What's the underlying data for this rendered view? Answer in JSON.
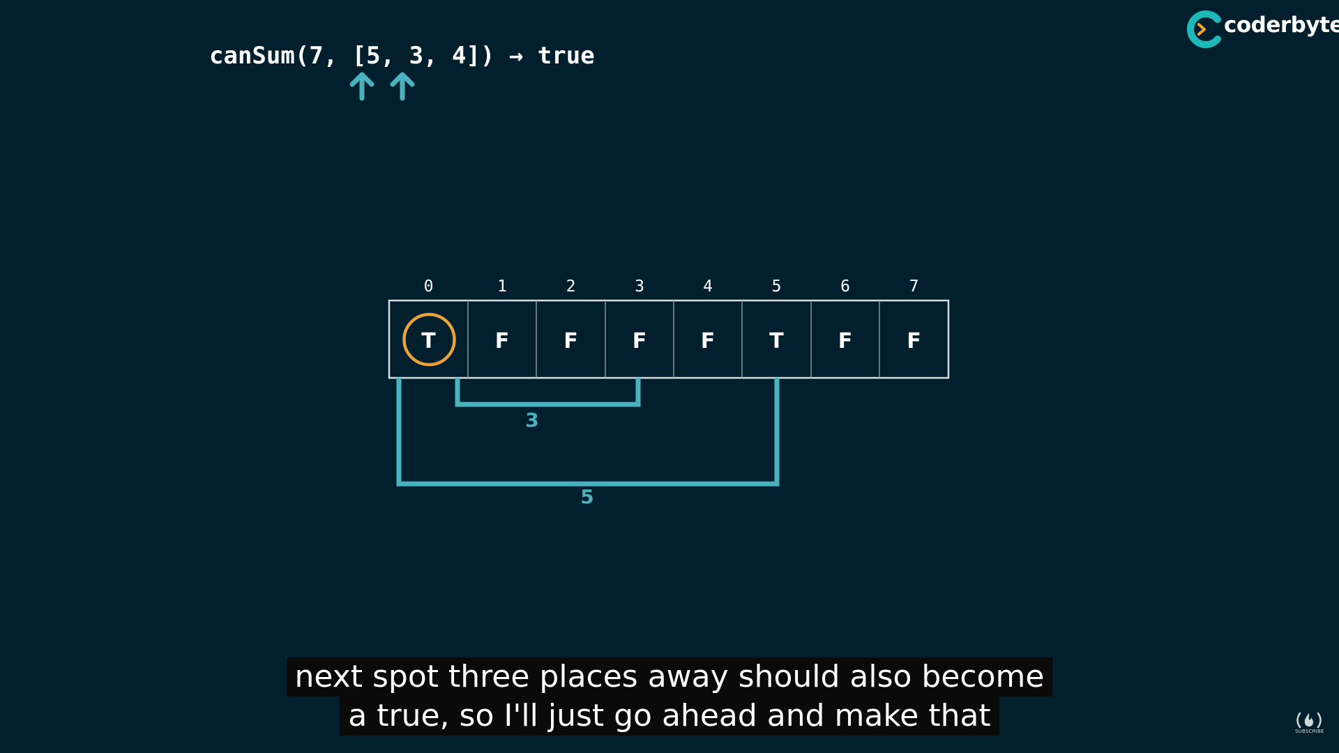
{
  "expression": "canSum(7, [5, 3, 4]) → true",
  "brand": {
    "name": "coderbyte",
    "accent": "#1fb8b8",
    "chevron_color": "#f5a623"
  },
  "table": {
    "indices": [
      "0",
      "1",
      "2",
      "3",
      "4",
      "5",
      "6",
      "7"
    ],
    "values": [
      "T",
      "F",
      "F",
      "F",
      "F",
      "T",
      "F",
      "F"
    ],
    "circled_index": 0,
    "circle_color": "#e8a33d",
    "border_color": "#d8dde0"
  },
  "brackets": [
    {
      "label": "3",
      "from_index": 1,
      "to_index": 3
    },
    {
      "label": "5",
      "from_index": 0,
      "to_index": 5
    }
  ],
  "pointer_targets": [
    "5",
    "3"
  ],
  "colors": {
    "background": "#021f2e",
    "teal": "#4ab2bc"
  },
  "caption": {
    "line1": "next spot three places away should also become",
    "line2": "a true, so I'll just go ahead and make that"
  },
  "corner_badge": {
    "label": "SUBSCRIBE"
  }
}
